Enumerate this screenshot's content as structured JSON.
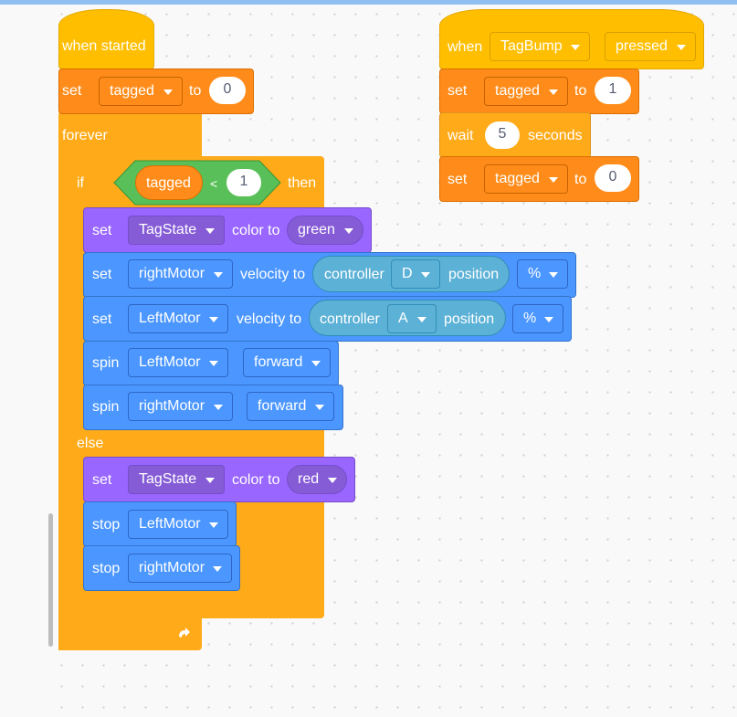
{
  "script1": {
    "hat": {
      "label": "when started"
    },
    "set_init": {
      "word": "set",
      "variable": "tagged",
      "to": "to",
      "value": "0"
    },
    "forever": {
      "label": "forever"
    },
    "if_block": {
      "if_word": "if",
      "then_word": "then",
      "else_word": "else",
      "condition": {
        "variable": "tagged",
        "operator": "<",
        "value": "1"
      }
    },
    "if_branch": [
      {
        "word": "set",
        "device": "TagState",
        "text": "color to",
        "option": "green"
      },
      {
        "word": "set",
        "device": "rightMotor",
        "text": "velocity to",
        "reporter": {
          "word": "controller",
          "axis": "D",
          "suffix": "position"
        },
        "unit": "%"
      },
      {
        "word": "set",
        "device": "LeftMotor",
        "text": "velocity to",
        "reporter": {
          "word": "controller",
          "axis": "A",
          "suffix": "position"
        },
        "unit": "%"
      },
      {
        "word": "spin",
        "device": "LeftMotor",
        "option": "forward"
      },
      {
        "word": "spin",
        "device": "rightMotor",
        "option": "forward"
      }
    ],
    "else_branch": [
      {
        "word": "set",
        "device": "TagState",
        "text": "color to",
        "option": "red"
      },
      {
        "word": "stop",
        "device": "LeftMotor"
      },
      {
        "word": "stop",
        "device": "rightMotor"
      }
    ],
    "loop_icon": "loop-arrow-icon"
  },
  "script2": {
    "hat": {
      "word": "when",
      "device": "TagBump",
      "event": "pressed"
    },
    "set1": {
      "word": "set",
      "variable": "tagged",
      "to": "to",
      "value": "1"
    },
    "wait": {
      "word": "wait",
      "value": "5",
      "unit": "seconds"
    },
    "set2": {
      "word": "set",
      "variable": "tagged",
      "to": "to",
      "value": "0"
    }
  },
  "colors": {
    "events": "#ffbf00",
    "variables": "#ff8c1a",
    "control": "#ffab19",
    "motion": "#4c97ff",
    "sensing": "#5cb1d6",
    "looks": "#9966ff",
    "operators": "#59c059"
  }
}
